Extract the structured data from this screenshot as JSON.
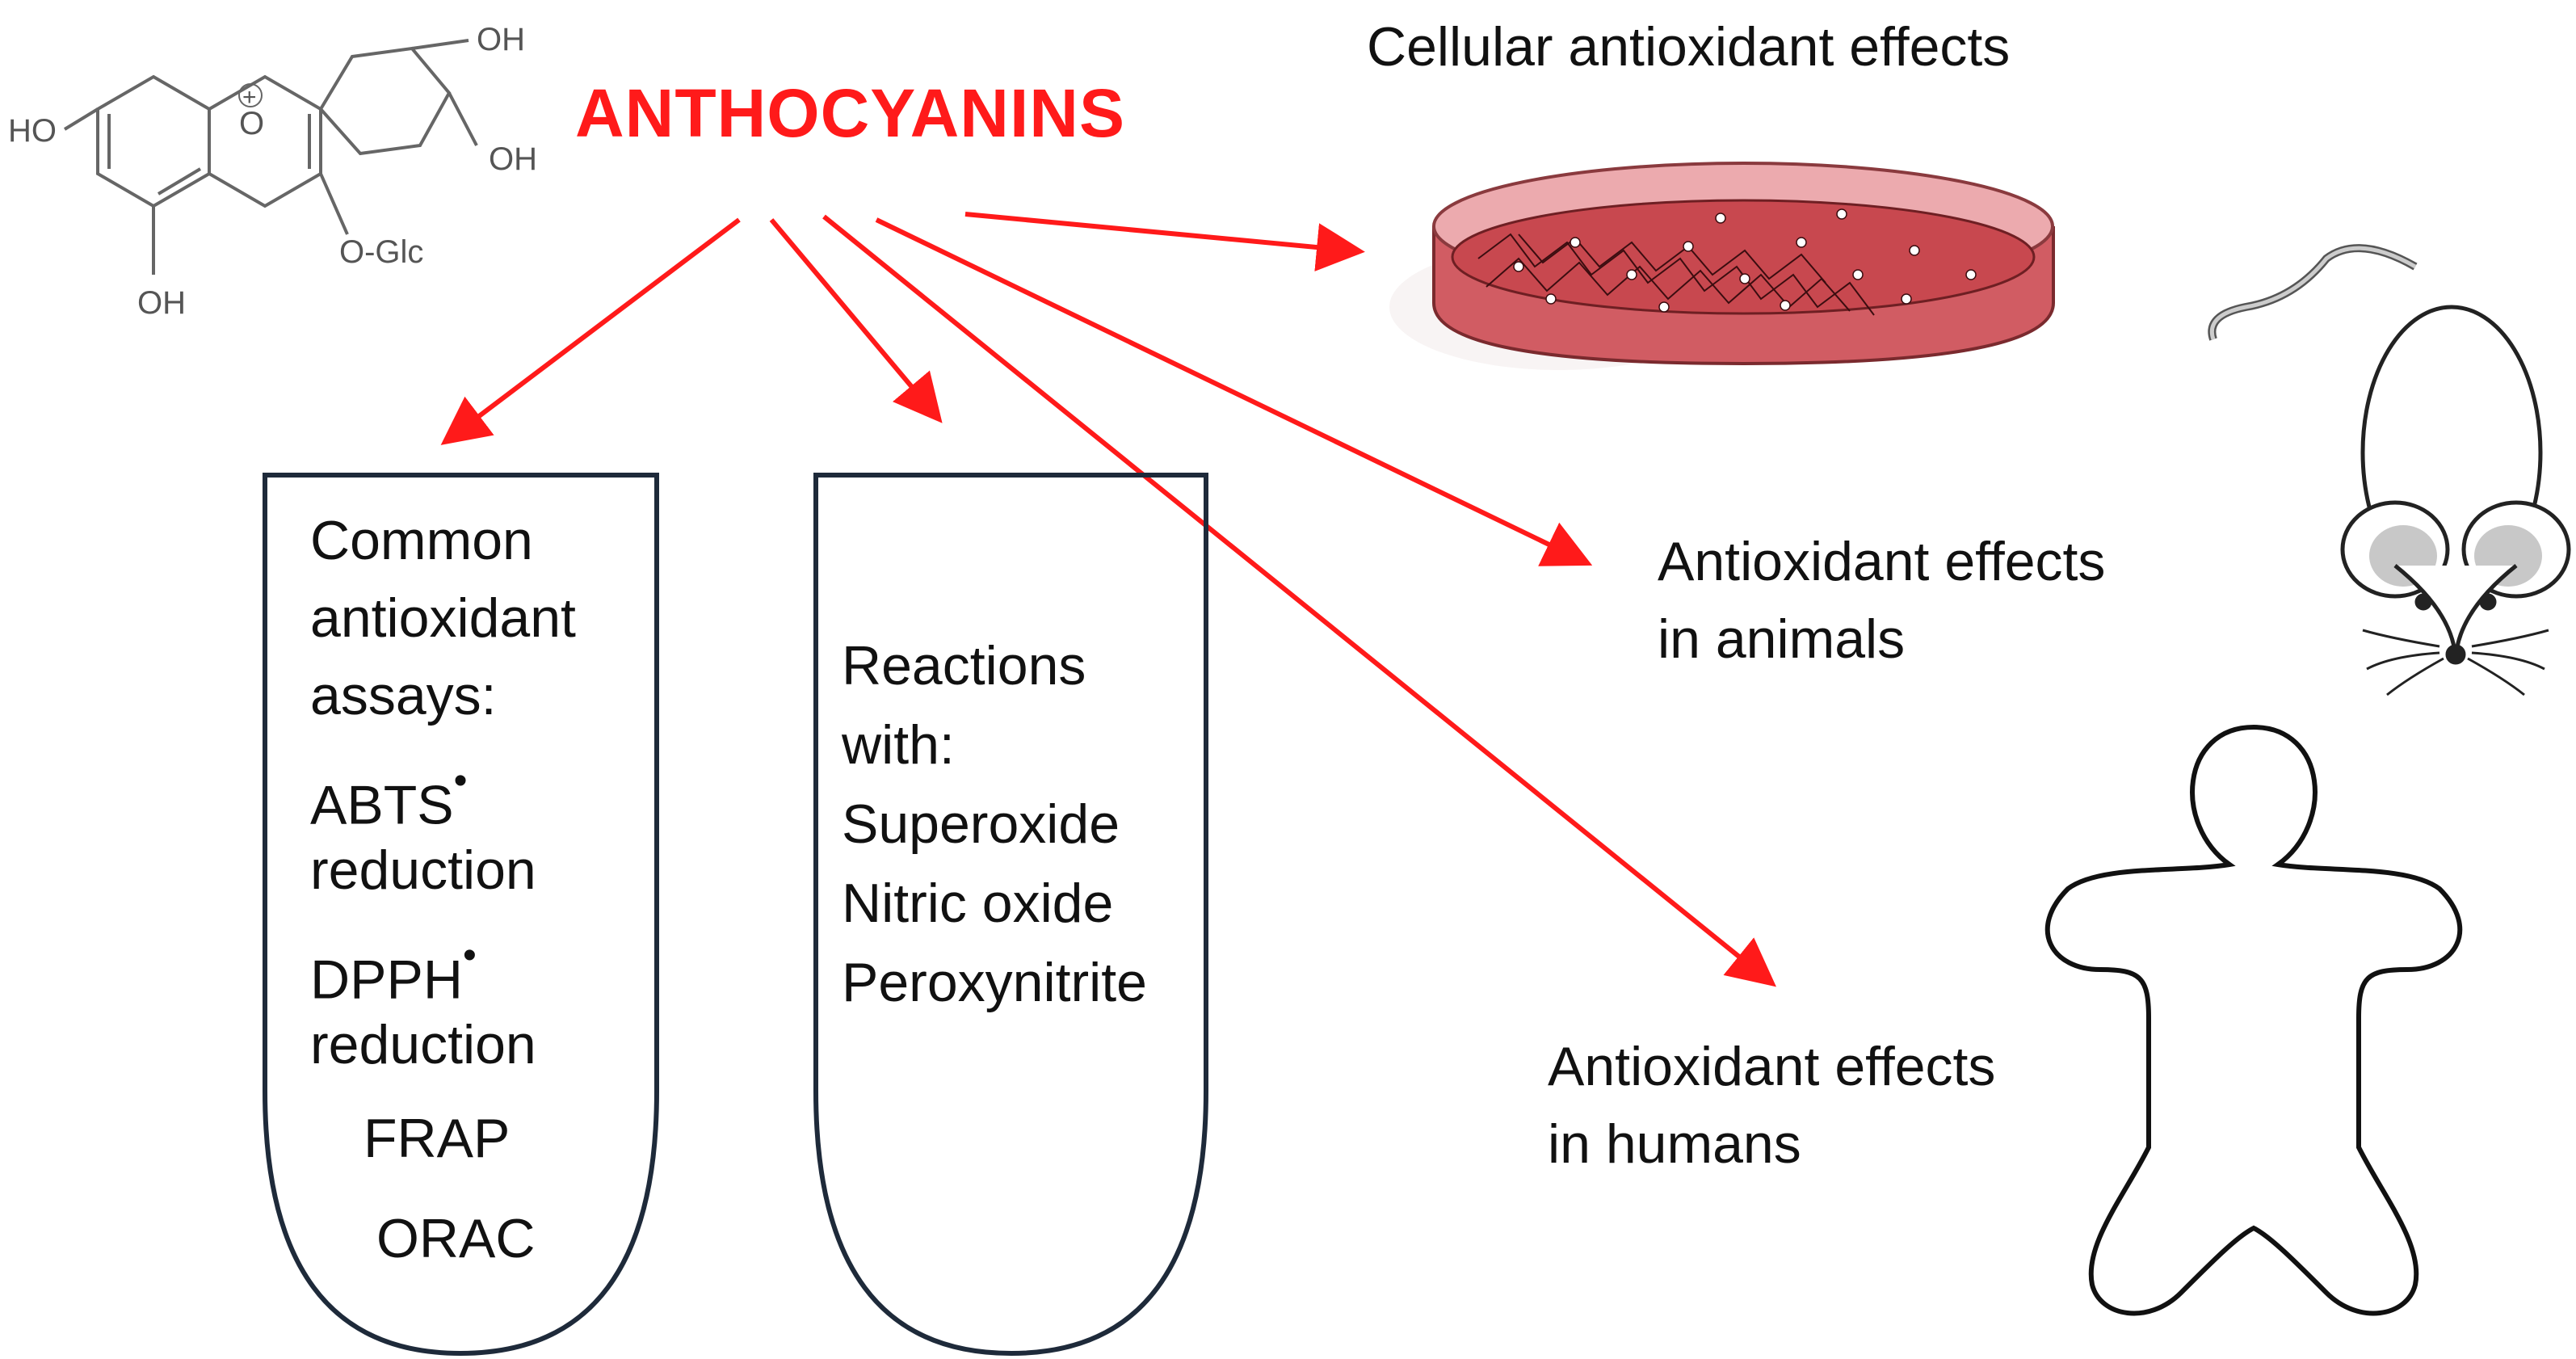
{
  "title": "ANTHOCYANINS",
  "molecule": {
    "labels": {
      "ho_left": "HO",
      "oh_top": "OH",
      "oh_right": "OH",
      "o_glc": "O-Glc",
      "oh_bottom": "OH",
      "o_plus": "O",
      "charge": "+"
    }
  },
  "targets": {
    "cellular": "Cellular antioxidant effects",
    "animals_line1": "Antioxidant effects",
    "animals_line2": "in animals",
    "humans_line1": "Antioxidant effects",
    "humans_line2": "in humans"
  },
  "tube1": {
    "heading": [
      "Common",
      "antioxidant",
      "assays:"
    ],
    "abts": "ABTS",
    "abts_sup": "•",
    "reduction1": "reduction",
    "dpph": "DPPH",
    "dpph_sup": "•",
    "reduction2": "reduction",
    "frap": "FRAP",
    "orac": "ORAC"
  },
  "tube2": {
    "lines": [
      "Reactions",
      "with:",
      "Superoxide",
      "Nitric oxide",
      "Peroxynitrite"
    ]
  },
  "colors": {
    "accent": "#ff1a1a",
    "tube_border": "#1e2a3a",
    "dish": "#c9585e",
    "text": "#111111"
  }
}
